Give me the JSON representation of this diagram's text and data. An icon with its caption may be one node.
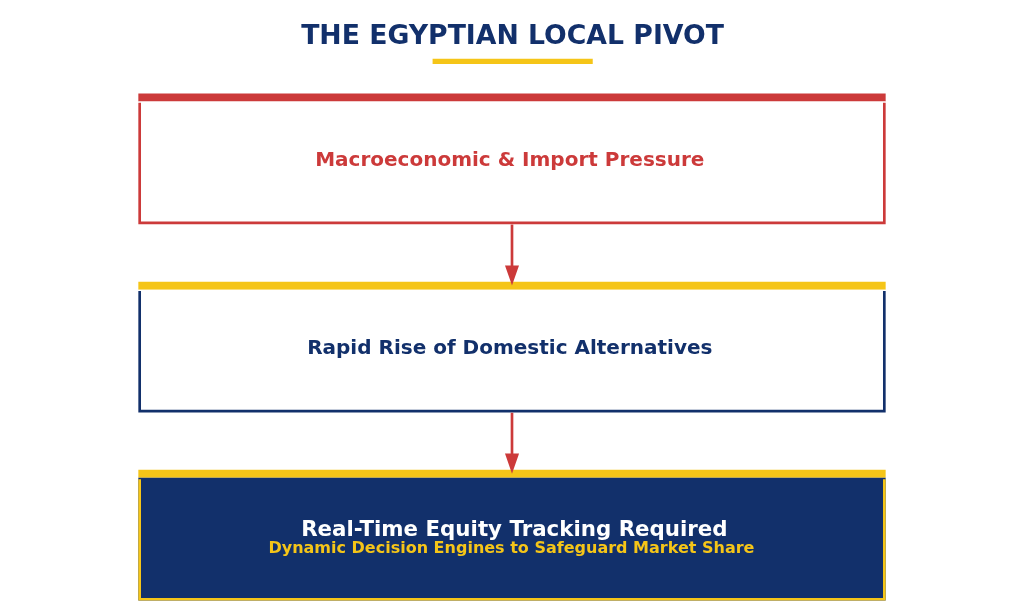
{
  "diagram": {
    "title": "THE EGYPTIAN LOCAL PIVOT",
    "nodes": [
      {
        "text": [
          "Macroeconomic & Import Pressure"
        ]
      },
      {
        "text": [
          "Rapid Rise of Domestic Alternatives"
        ]
      },
      {
        "text": [
          "Real-Time Equity Tracking Required",
          "Dynamic Decision Engines to Safeguard Market Share"
        ]
      }
    ],
    "edges": [
      {
        "from": 0,
        "to": 1,
        "arrow": "to"
      },
      {
        "from": 1,
        "to": 2,
        "arrow": "to"
      }
    ]
  }
}
